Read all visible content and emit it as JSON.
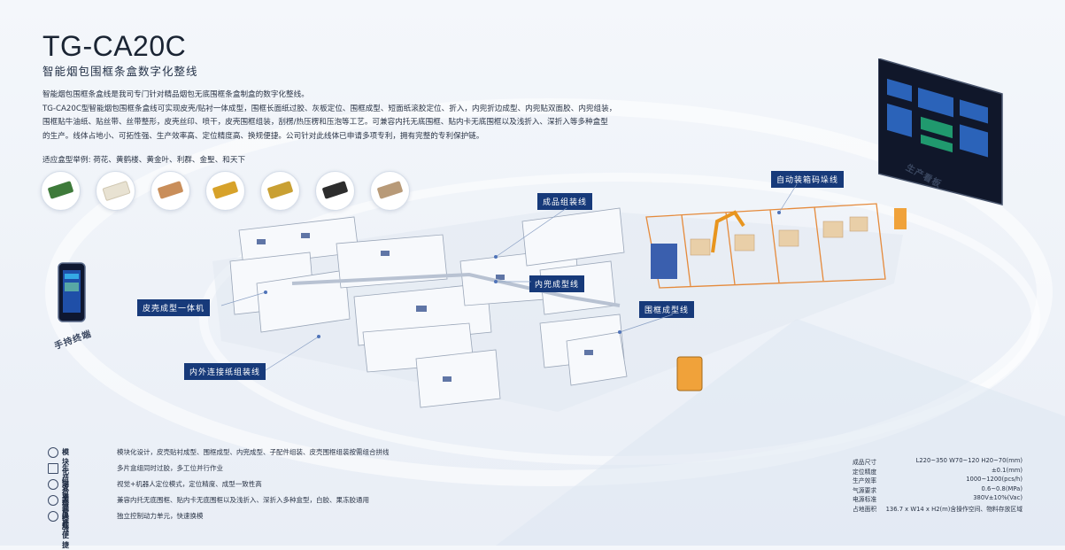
{
  "header": {
    "title": "TG-CA20C",
    "subtitle": "智能烟包围框条盒数字化整线"
  },
  "description": {
    "line1": "智能烟包围框条盒线是我司专门针对精品烟包无底围框条盒制盒的数字化整线。",
    "line2": "TG-CA20C型智能烟包围框条盒线可实现皮壳/贴衬一体成型，围框长面纸过胶、灰板定位、围框成型、短面纸滚胶定位、折入，内兜折边成型、内兜贴双面胶、内兜组装，",
    "line3": "围框贴牛油纸、贴丝带、丝带整形，皮壳丝印、喷干，皮壳围框组装，刮楞/热压楞和压泡等工艺。可兼容内托无底围框、贴内卡无底围框以及浅折入、深折入等多种盒型",
    "line4": "的生产。线体占地小、可拓性强、生产效率高、定位精度高、换规便捷。公司针对此线体已申请多项专利，拥有完整的专利保护链。"
  },
  "box_types": {
    "label": "适应盒型举例: 荷花、黄鹤楼、黄金叶、利群、金聖、和天下",
    "colors": [
      "#3e7a3a",
      "#e8e2d2",
      "#c98e5a",
      "#d7a22a",
      "#c9a033",
      "#2d2d2d",
      "#b89a78"
    ]
  },
  "stations": {
    "shell_forming": "皮壳成型一体机",
    "inner_outer_line": "内外连接纸组装线",
    "finished_line": "成品组装线",
    "inner_pocket_line": "内兜成型线",
    "frame_line": "围框成型线",
    "auto_packing": "自动装箱码垛线",
    "dashboard": "生产看板",
    "handheld": "手持终端"
  },
  "features": [
    {
      "icon": "modular-icon",
      "name": "模块化组合",
      "desc": "模块化设计，皮壳贴衬成型、围框成型、内兜成型、子配件组装、皮壳围框组装按需组合拼线"
    },
    {
      "icon": "efficiency-icon",
      "name": "生产效率高",
      "desc": "多片盒组同时过胶，多工位并行作业"
    },
    {
      "icon": "precision-icon",
      "name": "定位精度高",
      "desc": "视觉+机器人定位模式，定位精度、成型一致性高"
    },
    {
      "icon": "compatibility-icon",
      "name": "兼容性强",
      "desc": "兼容内托无底围框、贴内卡无底围框以及浅折入、深折入多种盒型，白胶、果冻胶通用"
    },
    {
      "icon": "changeover-icon",
      "name": "换规便捷",
      "desc": "独立控制动力单元，快速换模"
    }
  ],
  "specs": [
    {
      "k": "成品尺寸",
      "v": "L220~350  W70~120  H20~70(mm)"
    },
    {
      "k": "定位精度",
      "v": "±0.1(mm)"
    },
    {
      "k": "生产效率",
      "v": "1000~1200(pcs/h)"
    },
    {
      "k": "气源要求",
      "v": "0.6~0.8(MPa)"
    },
    {
      "k": "电源标准",
      "v": "380V±10%(Vac)"
    },
    {
      "k": "占地面积",
      "v": "136.7 x W14 x H2(m)含操作空间、物料存放区域"
    }
  ]
}
